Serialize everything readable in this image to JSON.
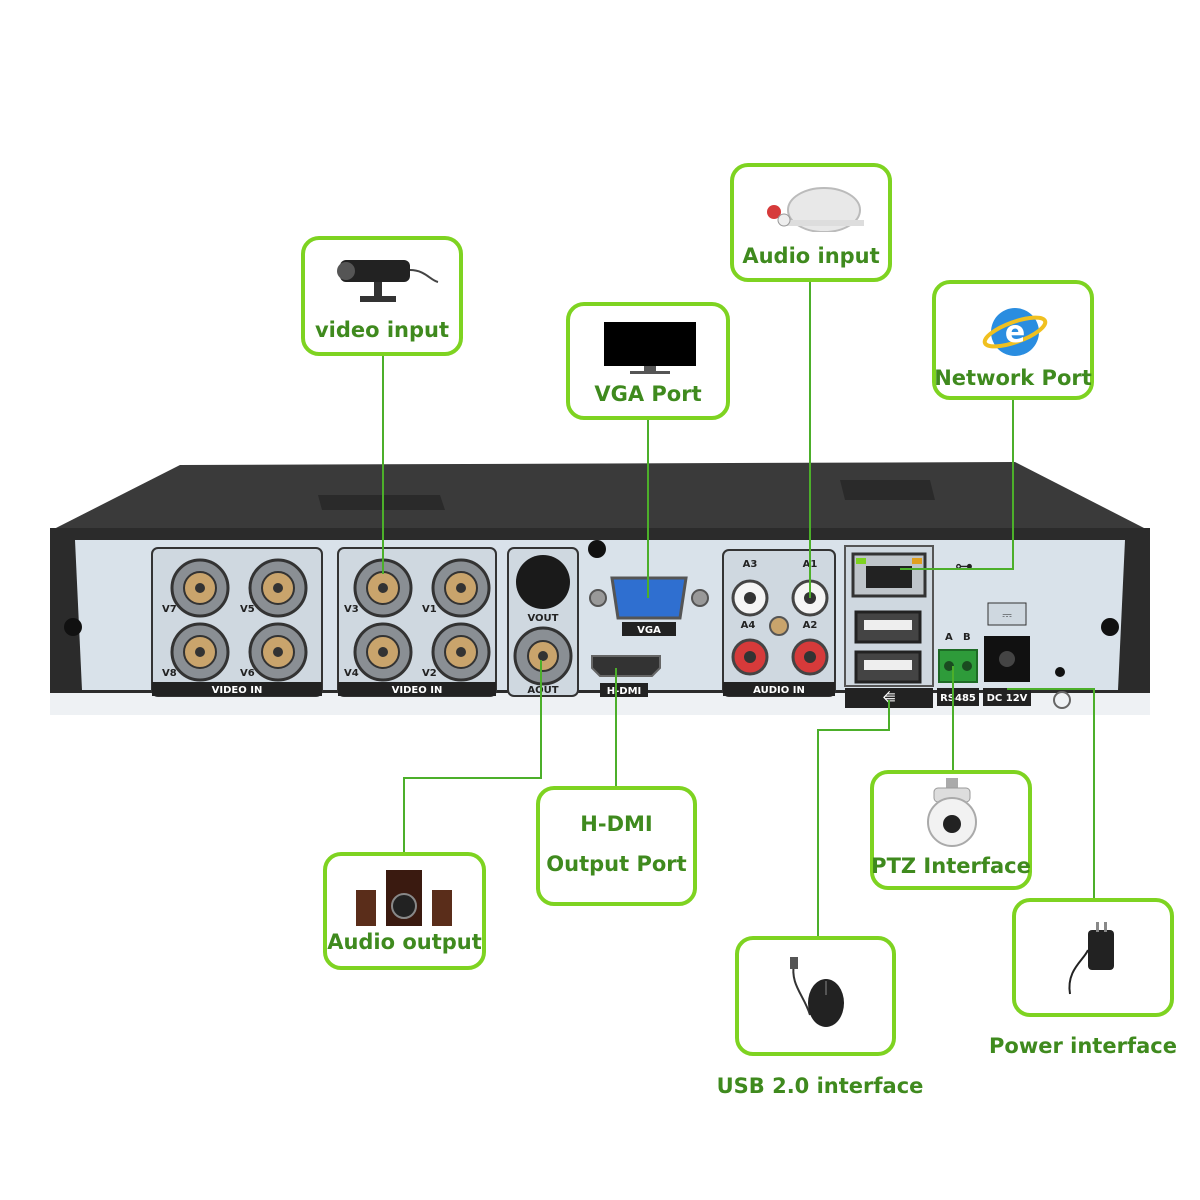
{
  "callouts": {
    "video_input": "video input",
    "vga_port": "VGA Port",
    "audio_input": "Audio input",
    "network_port": "Network Port",
    "hdmi_line1": "H-DMI",
    "hdmi_line2": "Output Port",
    "audio_output": "Audio output",
    "ptz_interface": "PTZ Interface",
    "usb_interface": "USB 2.0 interface",
    "power_interface": "Power interface"
  },
  "panel": {
    "video_in": "VIDEO IN",
    "v7": "V7",
    "v5": "V5",
    "v8": "V8",
    "v6": "V6",
    "v3": "V3",
    "v1": "V1",
    "v4": "V4",
    "v2": "V2",
    "vout": "VOUT",
    "aout": "AOUT",
    "vga": "VGA",
    "hdmi": "H-DMI",
    "a3": "A3",
    "a1": "A1",
    "a4": "A4",
    "a2": "A2",
    "audio_in": "AUDIO IN",
    "a": "A",
    "b": "B",
    "rs485": "RS485",
    "dc12v": "DC 12V"
  },
  "colors": {
    "callout_border": "#7ed321",
    "callout_text": "#3f8a1e",
    "leader_line": "#4caf2a",
    "chassis": "#2b2b2b",
    "panel": "#d9e2ea"
  }
}
